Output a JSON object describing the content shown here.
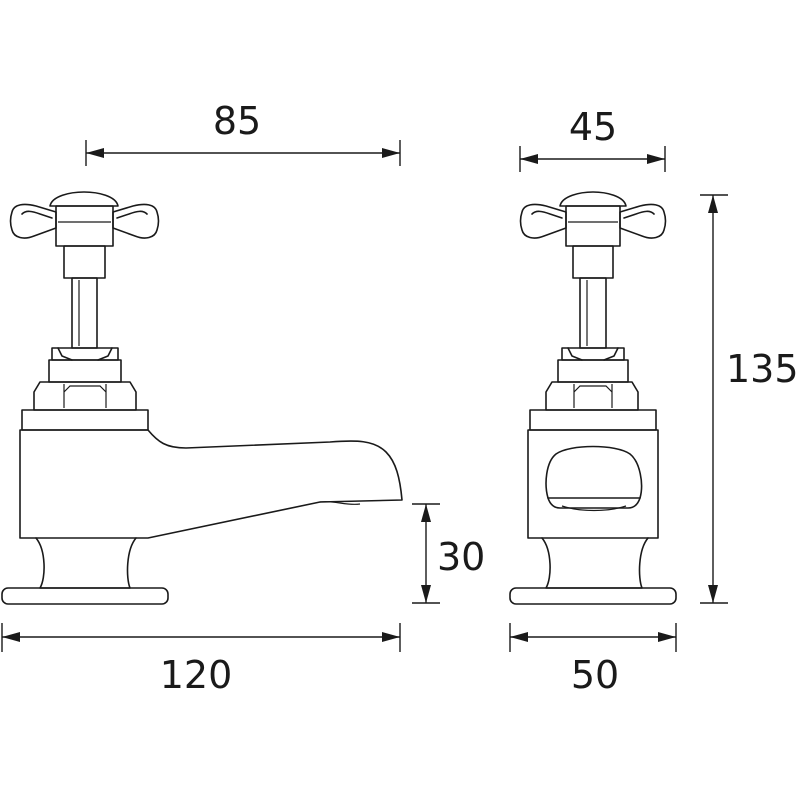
{
  "dimensions": {
    "spout_reach": "85",
    "handle_width": "45",
    "total_height": "135",
    "spout_height": "30",
    "front_length": "120",
    "base_width": "50"
  }
}
